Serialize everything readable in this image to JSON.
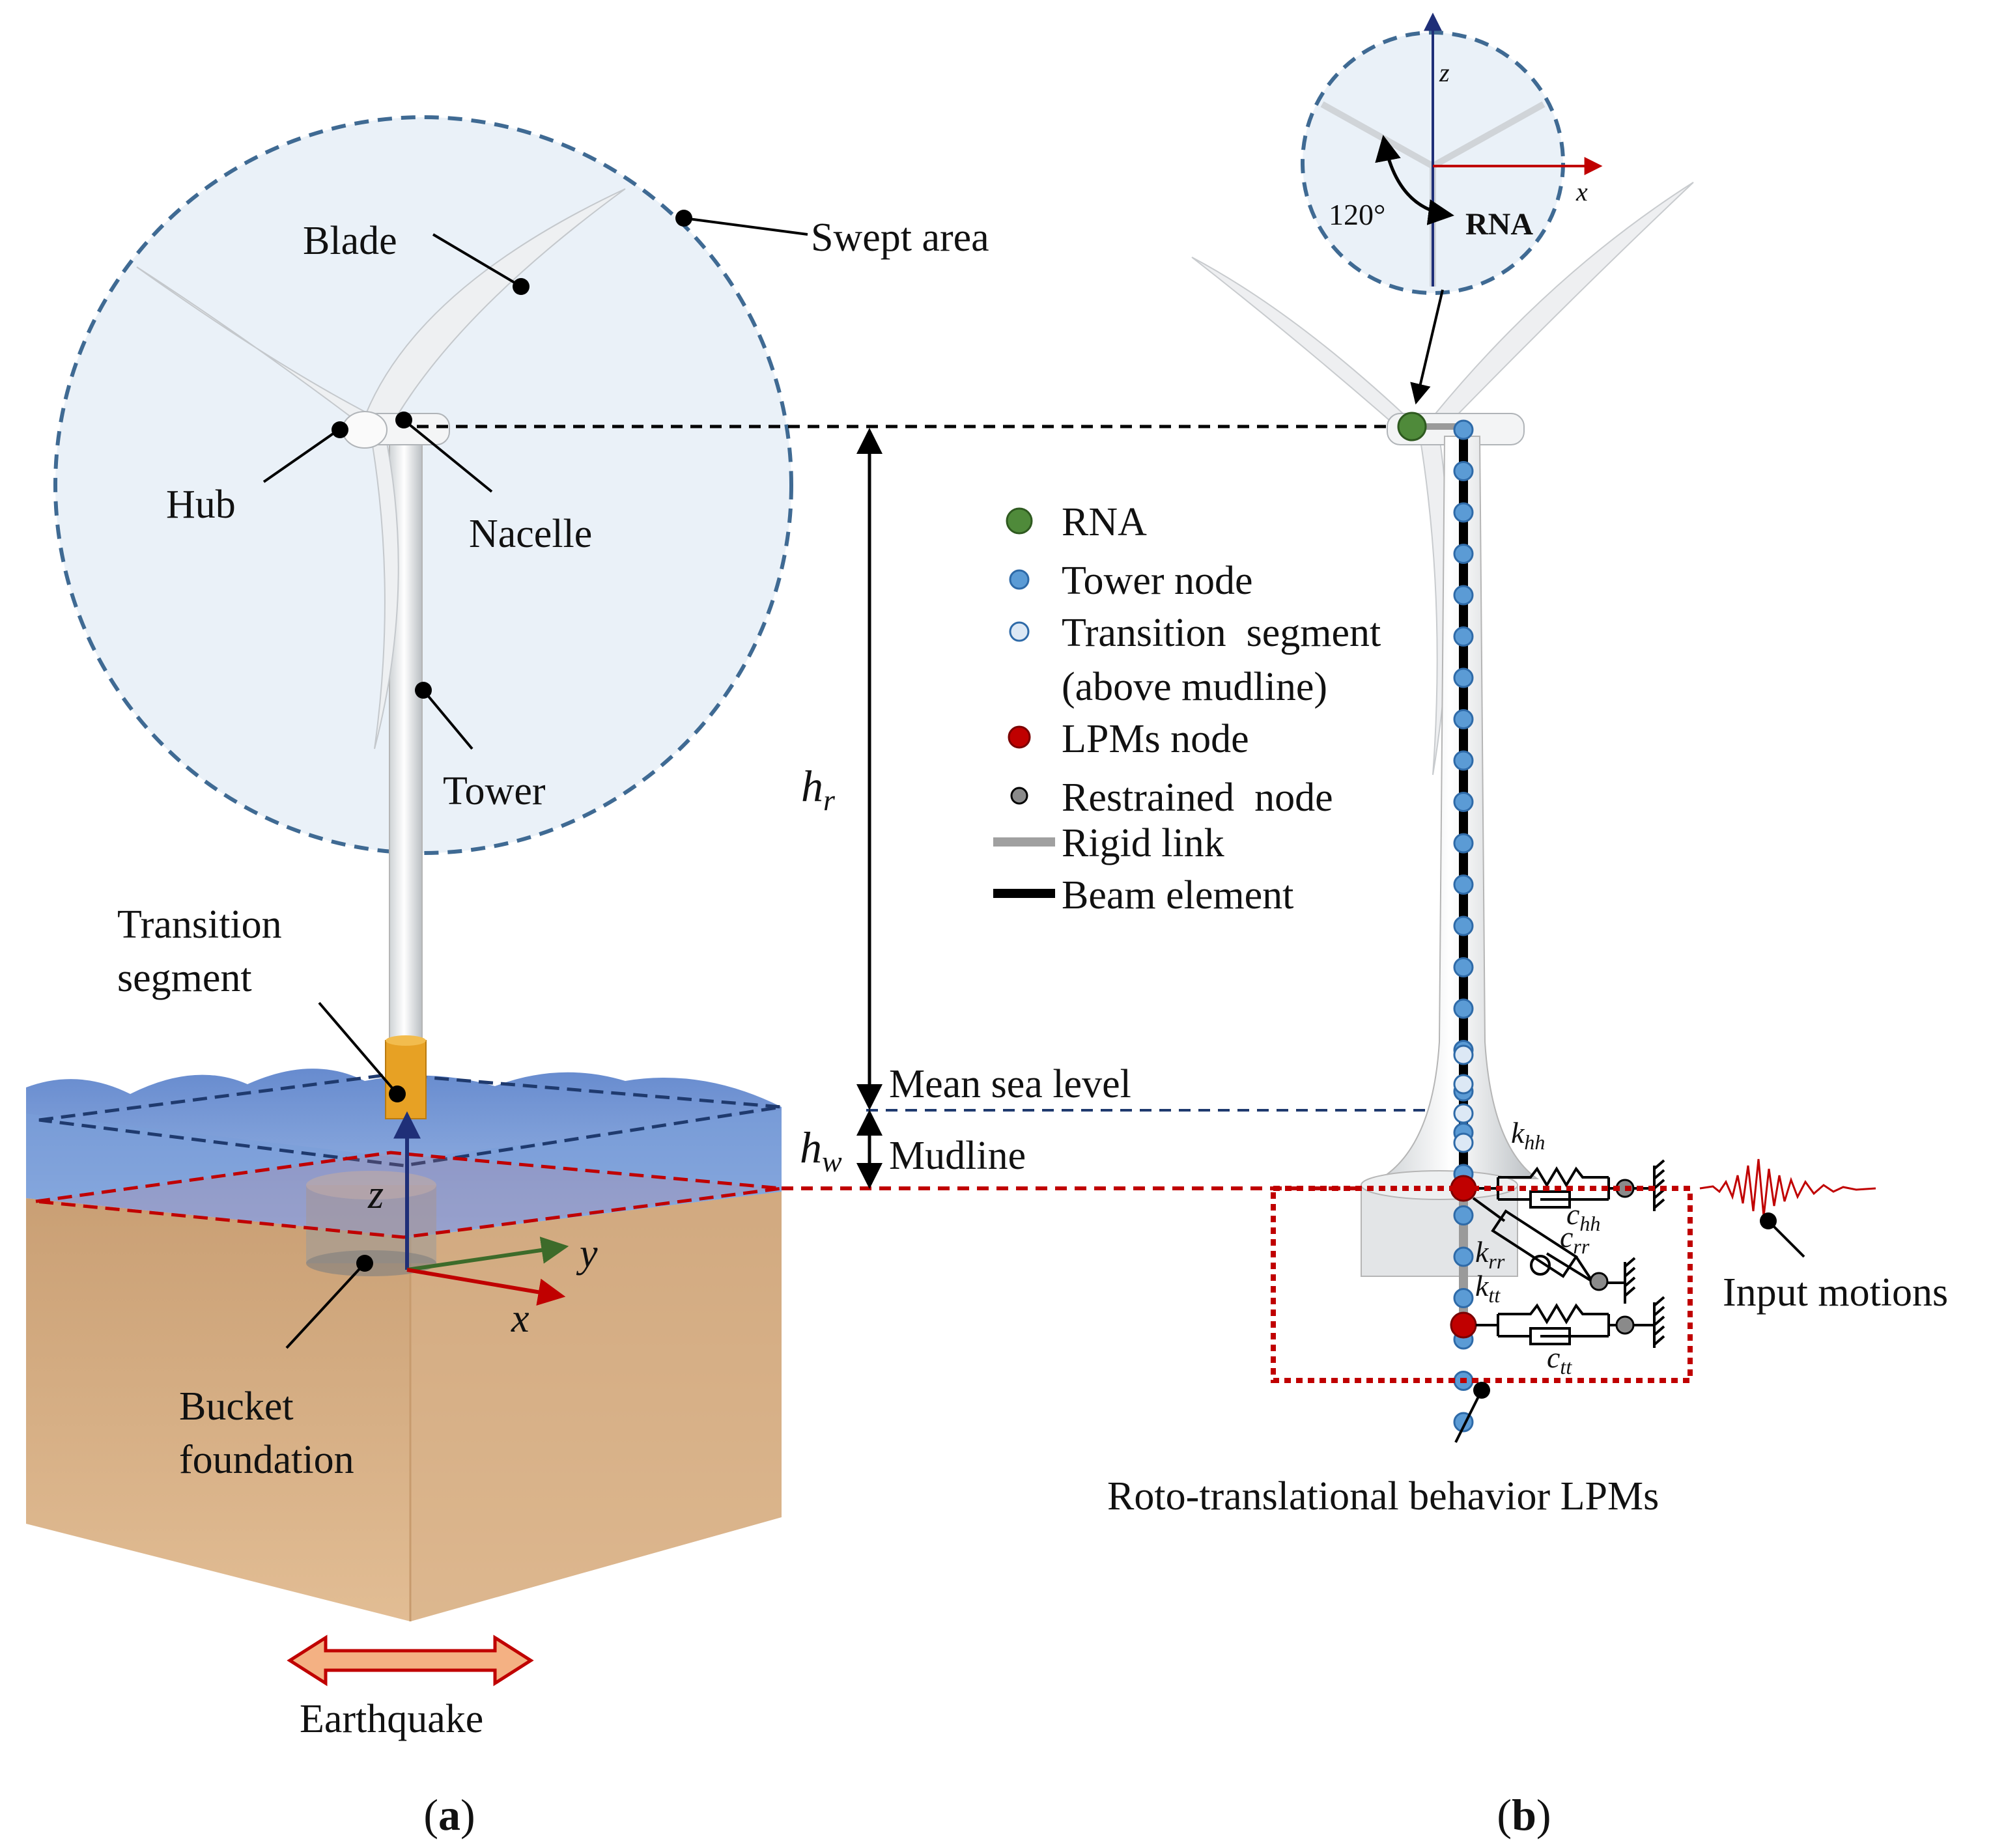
{
  "panel_a": {
    "caption": "a",
    "labels": {
      "swept_area": "Swept area",
      "blade": "Blade",
      "hub": "Hub",
      "nacelle": "Nacelle",
      "tower": "Tower",
      "transition_1": "Transition",
      "transition_2": "segment",
      "bucket_1": "Bucket",
      "bucket_2": "foundation",
      "earthquake": "Earthquake"
    },
    "axes": {
      "x": "x",
      "y": "y",
      "z": "z"
    }
  },
  "middle": {
    "hr_main": "h",
    "hr_sub": "r",
    "hw_main": "h",
    "hw_sub": "w",
    "mean_sea_level": "Mean sea level",
    "mudline": "Mudline"
  },
  "panel_b": {
    "caption": "b",
    "inset": {
      "angle": "120°",
      "rna": "RNA",
      "x": "x",
      "z": "z"
    },
    "legend": [
      {
        "key": "rna",
        "text": "RNA"
      },
      {
        "key": "tower",
        "text": "Tower node"
      },
      {
        "key": "transition",
        "text": "Transition  segment"
      },
      {
        "key": "transition2",
        "text": "(above mudline)"
      },
      {
        "key": "lpm",
        "text": "LPMs node"
      },
      {
        "key": "restrained",
        "text": "Restrained  node"
      },
      {
        "key": "rigid",
        "text": "Rigid link"
      },
      {
        "key": "beam",
        "text": "Beam element"
      }
    ],
    "springs": {
      "khh": [
        "k",
        "hh"
      ],
      "chh": [
        "c",
        "hh"
      ],
      "crr": [
        "c",
        "rr"
      ],
      "krr": [
        "k",
        "rr"
      ],
      "ktt": [
        "k",
        "tt"
      ],
      "ctt": [
        "c",
        "tt"
      ]
    },
    "input_motions": "Input motions",
    "lpm_caption": "Roto-translational  behavior  LPMs"
  },
  "colors": {
    "rna_node": "#4f8a3a",
    "tower_node": "#5b9bd5",
    "transition_node": "#dce8f5",
    "lpm_node": "#c00000",
    "restrained_node": "#8a8a8a",
    "swept_fill": "#eaf1f8",
    "swept_stroke": "#3f6a93",
    "water": "#7a9ed8",
    "soil": "#d9b48b",
    "mudline_dash": "#c00000",
    "sea_dash": "#1f3a6e"
  }
}
